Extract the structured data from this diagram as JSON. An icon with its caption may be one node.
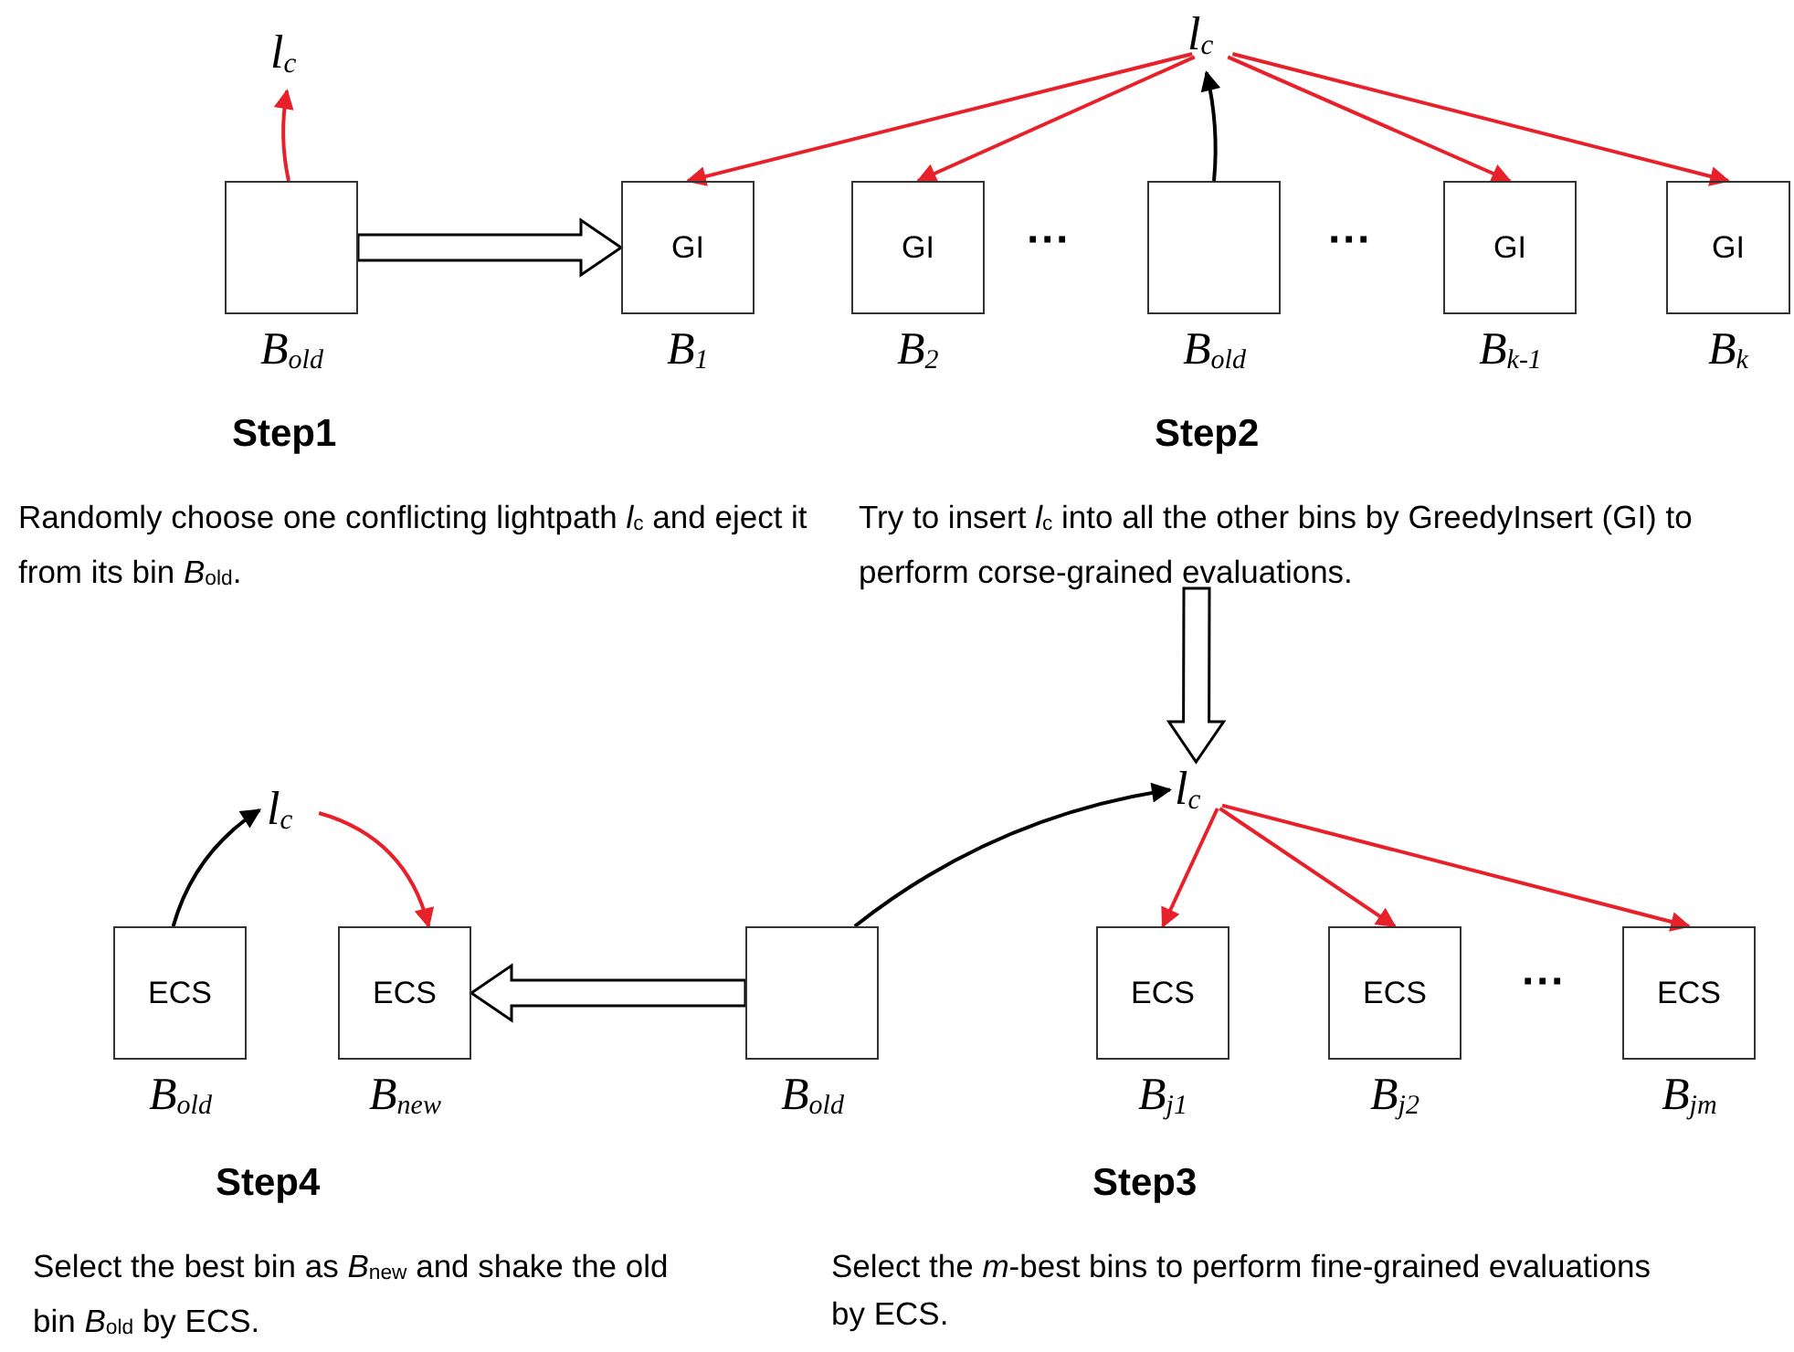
{
  "diagram": {
    "nodes": [
      {
        "text": [
          "l$_{c}$"
        ]
      },
      {
        "text": [],
        "shape": "box",
        "beside": [
          "B$_{old}$"
        ]
      },
      {
        "text": [
          "l$_{c}$"
        ]
      },
      {
        "text": [
          "GI"
        ],
        "beside": [
          "B$_{1}$"
        ]
      },
      {
        "text": [
          "GI"
        ],
        "beside": [
          "B$_{2}$"
        ]
      },
      {
        "text": [],
        "shape": "box",
        "beside": [
          "B$_{old}$"
        ]
      },
      {
        "text": [
          "GI"
        ],
        "beside": [
          "B$_{k-1}$"
        ]
      },
      {
        "text": [
          "GI"
        ],
        "beside": [
          "B$_{k}$"
        ]
      },
      {
        "text": [
          "l$_{c}$"
        ]
      },
      {
        "text": [],
        "shape": "box",
        "beside": [
          "B$_{old}$"
        ]
      },
      {
        "text": [
          "ECS"
        ],
        "beside": [
          "B$_{j1}$"
        ]
      },
      {
        "text": [
          "ECS"
        ],
        "beside": [
          "B$_{j2}$"
        ]
      },
      {
        "text": [
          "ECS"
        ],
        "beside": [
          "B$_{jm}$"
        ]
      },
      {
        "text": [
          "l$_{c}$"
        ]
      },
      {
        "text": [
          "ECS"
        ],
        "beside": [
          "B$_{old}$"
        ]
      },
      {
        "text": [
          "ECS"
        ],
        "beside": [
          "B$_{new}$"
        ]
      }
    ],
    "edges": [
      {
        "from": 1,
        "to": 0,
        "arrow": "to"
      },
      {
        "from": 1,
        "to": 3,
        "arrow": "to",
        "style": "thick",
        "color": "#000000"
      },
      {
        "from": 2,
        "to": 3,
        "arrow": "to"
      },
      {
        "from": 2,
        "to": 4,
        "arrow": "to"
      },
      {
        "from": 5,
        "to": 2,
        "arrow": "to",
        "color": "#000000"
      },
      {
        "from": 2,
        "to": 6,
        "arrow": "to"
      },
      {
        "from": 2,
        "to": 7,
        "arrow": "to"
      },
      {
        "from": null,
        "to": 8,
        "arrow": "to",
        "style": "thick",
        "color": "#000000"
      },
      {
        "from": 9,
        "to": 8,
        "arrow": "to",
        "color": "#000000"
      },
      {
        "from": 8,
        "to": 10,
        "arrow": "to"
      },
      {
        "from": 8,
        "to": 11,
        "arrow": "to"
      },
      {
        "from": 8,
        "to": 12,
        "arrow": "to"
      },
      {
        "from": 9,
        "to": 15,
        "arrow": "to",
        "style": "thick",
        "color": "#000000"
      },
      {
        "from": 14,
        "to": 13,
        "arrow": "to",
        "color": "#000000"
      },
      {
        "from": 13,
        "to": 15,
        "arrow": "to"
      }
    ],
    "labels": [
      "···",
      "···",
      "Step1",
      "Randomly choose one conflicting lightpath *l*$_{c}$ and eject it from its bin *B*$_{old}$.",
      "Step2",
      "Try to insert *l*$_{c}$ into all the other bins by GreedyInsert (GI) to perform corse-grained evaluations.",
      "···",
      "Step4",
      "Select the best bin as *B*$_{new}$ and shake the old bin *B*$_{old}$ by ECS.",
      "Step3",
      "Select the *m*-best bins to perform fine-grained evaluations by ECS."
    ]
  }
}
